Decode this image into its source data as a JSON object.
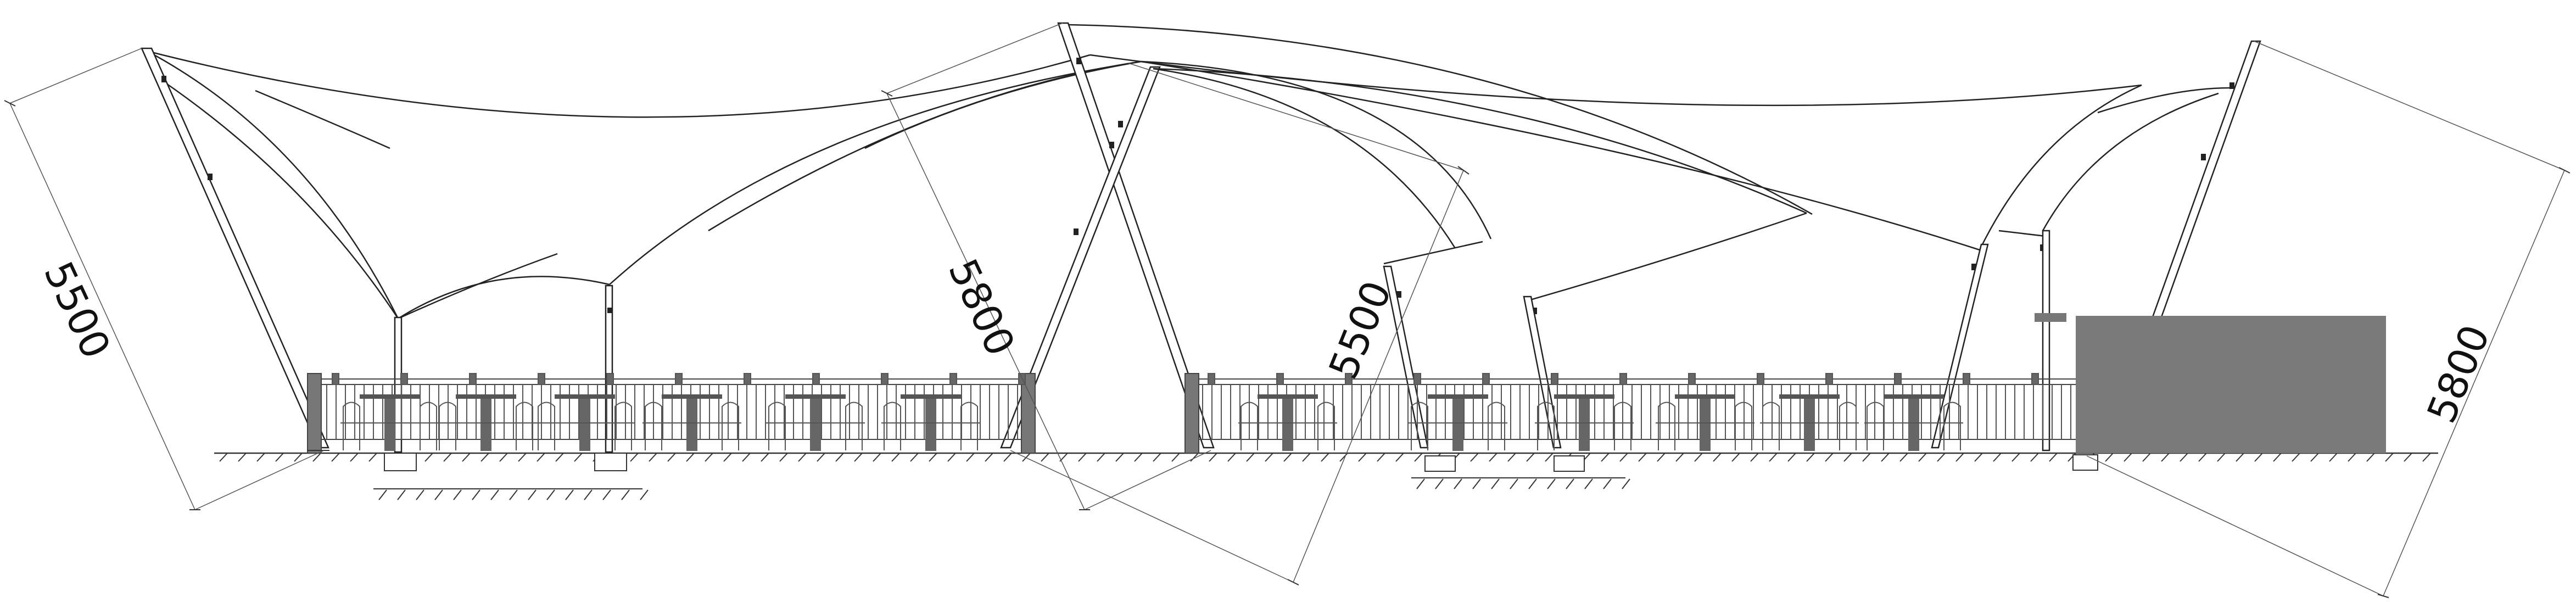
{
  "dimensions": {
    "d1": "5500",
    "d2": "5800",
    "d3": "5500",
    "d4": "5800"
  }
}
